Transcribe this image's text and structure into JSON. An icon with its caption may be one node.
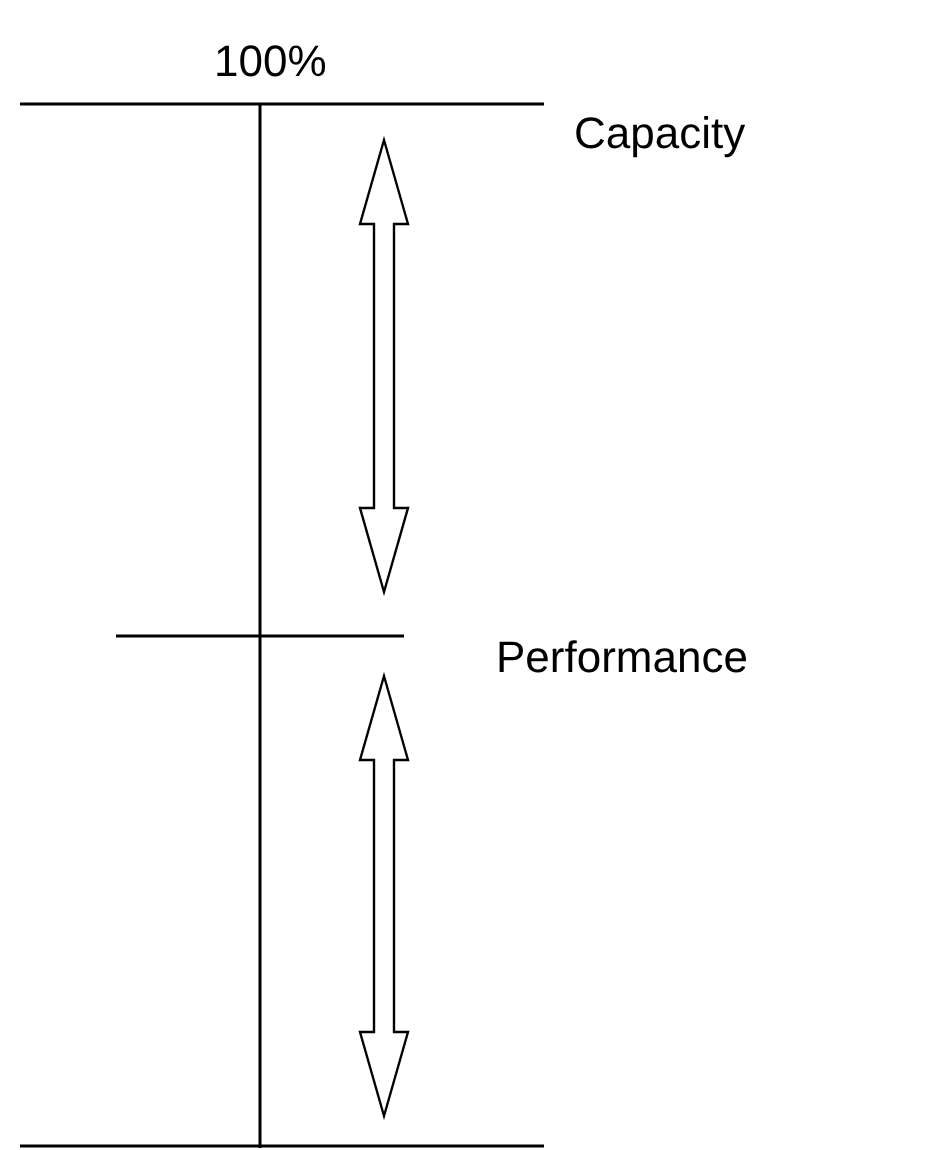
{
  "diagram": {
    "labels": [
      "100%",
      "Capacity",
      "Performance"
    ]
  }
}
